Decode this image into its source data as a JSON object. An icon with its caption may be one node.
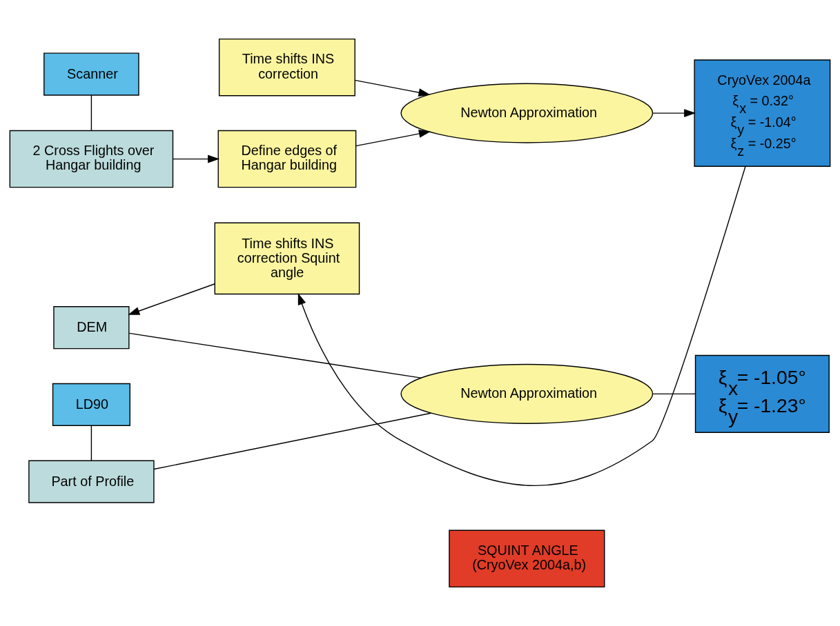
{
  "diagram": {
    "nodes": [
      {
        "text": [
          "SQUINT ANGLE (CryoVex 2004a,b)"
        ]
      },
      {
        "text": [
          "Scanner"
        ]
      },
      {
        "text": [
          "2 Cross Flights over Hangar building"
        ]
      },
      {
        "text": [
          "Define edges of Hangar building"
        ]
      },
      {
        "text": [
          "Newton Approximation"
        ]
      },
      {
        "text": [
          "CryoVex 2004a",
          "ξ$_{x}$ = 0.32°",
          "ξ$_{y}$ = -1.04°",
          "ξ$_{z}$ = -0.25°"
        ]
      },
      {
        "text": [
          "Time shifts INS correction"
        ]
      },
      {
        "text": [
          "LD90"
        ]
      },
      {
        "text": [
          "Part of Profile"
        ]
      },
      {
        "text": [
          "DEM"
        ]
      },
      {
        "text": [
          "Newton Approximation"
        ]
      },
      {
        "text": [
          "ξ$_{x}$= -1.05°",
          "ξ$_{y}$= -1.23°"
        ]
      },
      {
        "text": [
          "Time shifts INS correction Squint angle"
        ]
      }
    ],
    "edges": [
      {
        "from": 1,
        "to": 2,
        "arrow": "none"
      },
      {
        "from": 2,
        "to": 3,
        "arrow": "to"
      },
      {
        "from": 3,
        "to": 4,
        "arrow": "to"
      },
      {
        "from": 4,
        "to": 5,
        "arrow": "to"
      },
      {
        "from": 6,
        "to": 4,
        "arrow": "to"
      },
      {
        "from": 5,
        "to": 12,
        "arrow": "to"
      },
      {
        "from": 7,
        "to": 8,
        "arrow": "none"
      },
      {
        "from": 8,
        "to": 10,
        "arrow": "none"
      },
      {
        "from": 9,
        "to": 10,
        "arrow": "none"
      },
      {
        "from": 10,
        "to": 11,
        "arrow": "none"
      },
      {
        "from": 12,
        "to": 9,
        "arrow": "to"
      }
    ]
  }
}
